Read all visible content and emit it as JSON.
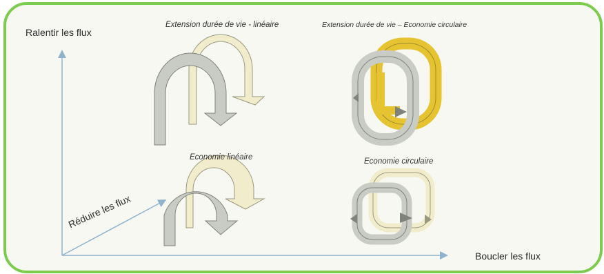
{
  "axes": {
    "vertical_label": "Ralentir les flux",
    "diagonal_label": "Réduire les flux",
    "horizontal_label": "Boucler les flux"
  },
  "captions": {
    "top_left": "Extension durée de vie - linéaire",
    "top_right": "Extension durée de vie – Economie circulaire",
    "bottom_left": "Economie linéaire",
    "bottom_right": "Economie circulaire"
  },
  "colors": {
    "frame_border": "#7dcb4e",
    "axis": "#8fb3cc",
    "grey_shape": "#c9ccc4",
    "cream_shape": "#f1edcc",
    "yellow_shape": "#e6c331",
    "outline": "#7f827b"
  }
}
